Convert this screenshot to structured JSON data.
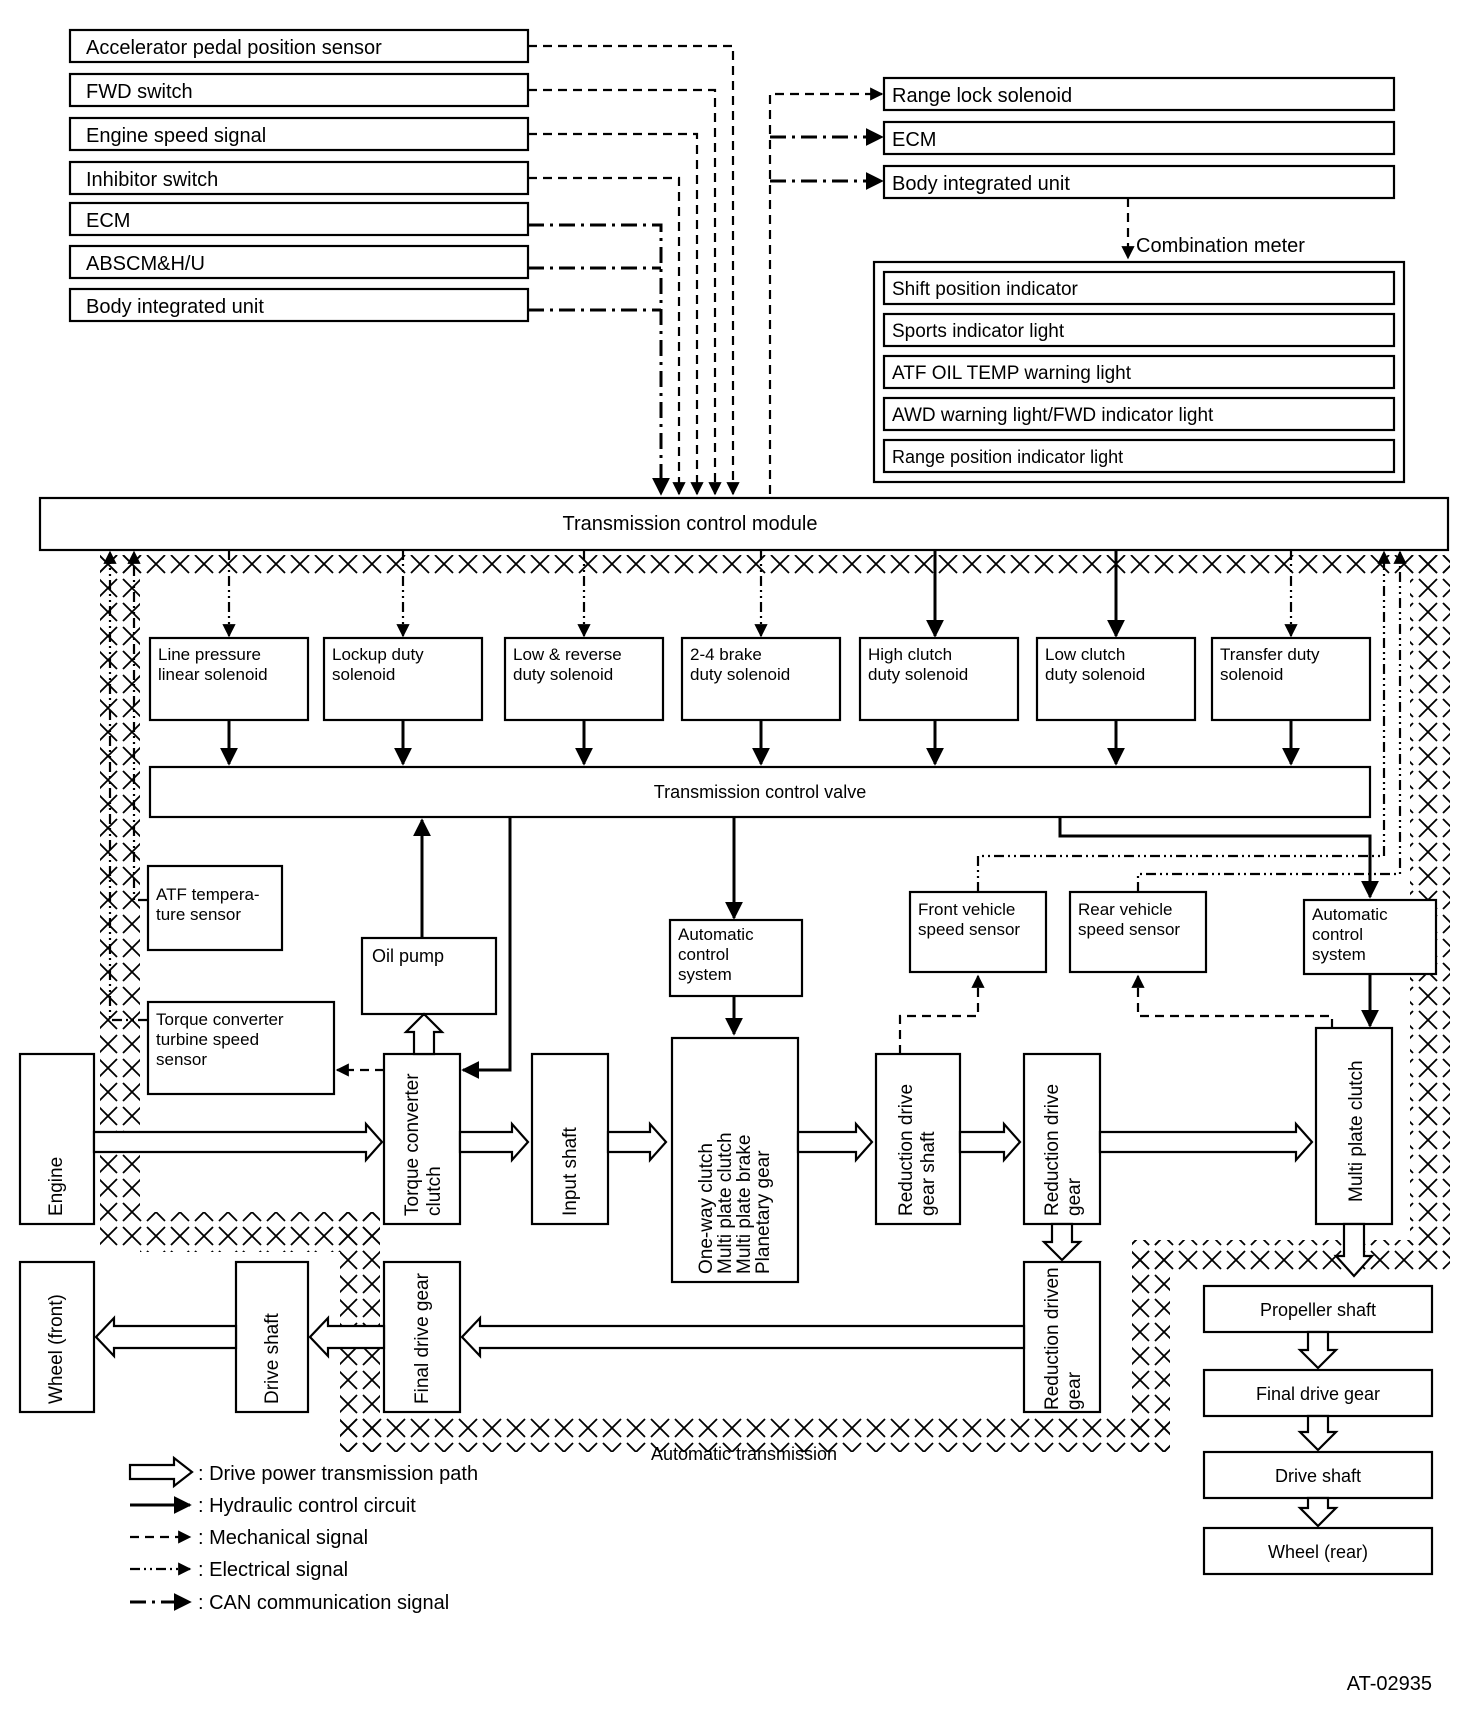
{
  "inputs": [
    "Accelerator pedal position sensor",
    "FWD switch",
    "Engine speed signal",
    "Inhibitor switch",
    "ECM",
    "ABSCM&H/U",
    "Body integrated unit"
  ],
  "outputs": [
    "Range lock solenoid",
    "ECM",
    "Body integrated unit"
  ],
  "combination_meter": {
    "title": "Combination meter",
    "items": [
      "Shift position indicator",
      "Sports indicator light",
      "ATF OIL TEMP warning light",
      "AWD warning light/FWD indicator light",
      "Range position indicator light"
    ]
  },
  "tcm": "Transmission control module",
  "solenoids": [
    [
      "Line pressure",
      "linear solenoid"
    ],
    [
      "Lockup duty",
      "solenoid"
    ],
    [
      "Low & reverse",
      "duty solenoid"
    ],
    [
      "2-4 brake",
      "duty solenoid"
    ],
    [
      "High clutch",
      "duty solenoid"
    ],
    [
      "Low clutch",
      "duty solenoid"
    ],
    [
      "Transfer duty",
      "solenoid"
    ]
  ],
  "valve": "Transmission control valve",
  "atf_sensor": [
    "ATF tempera-",
    "ture sensor"
  ],
  "oil_pump": "Oil pump",
  "turbine_sensor": [
    "Torque converter",
    "turbine speed",
    "sensor"
  ],
  "auto_control_center": [
    "Automatic",
    "control",
    "system"
  ],
  "auto_control_right": [
    "Automatic",
    "control",
    "system"
  ],
  "front_speed_sensor": [
    "Front vehicle",
    "speed sensor"
  ],
  "rear_speed_sensor": [
    "Rear vehicle",
    "speed sensor"
  ],
  "engine": "Engine",
  "torque_converter": [
    "Torque converter",
    "clutch"
  ],
  "input_shaft": "Input shaft",
  "clutch_set": [
    "One-way clutch",
    "Multi plate clutch",
    "Multi plate brake",
    "Planetary gear"
  ],
  "reduction_drive_shaft": [
    "Reduction drive",
    "gear shaft"
  ],
  "reduction_drive_gear": [
    "Reduction drive",
    "gear"
  ],
  "multi_plate_clutch": "Multi plate clutch",
  "wheel_front": "Wheel (front)",
  "drive_shaft_front": "Drive shaft",
  "final_drive_front": "Final drive gear",
  "reduction_driven_gear": [
    "Reduction driven",
    "gear"
  ],
  "rear_chain": [
    "Propeller shaft",
    "Final drive gear",
    "Drive shaft",
    "Wheel (rear)"
  ],
  "at_label": "Automatic transmission",
  "legend": [
    ": Drive power transmission path",
    ": Hydraulic control circuit",
    ": Mechanical signal",
    ": Electrical signal",
    ": CAN communication signal"
  ],
  "figure_code": "AT-02935"
}
